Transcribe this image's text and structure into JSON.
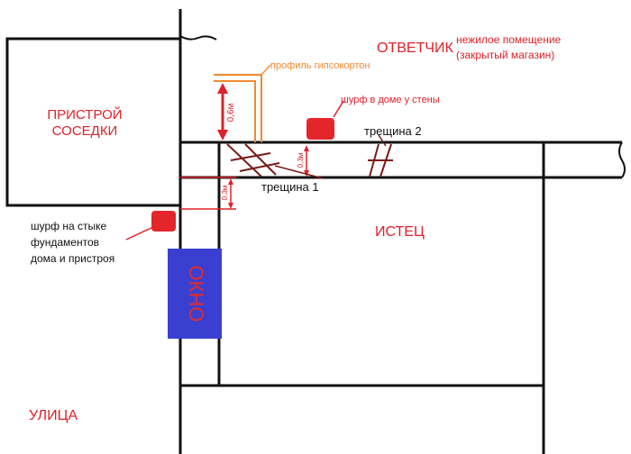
{
  "labels": {
    "neighbor_annex": [
      "ПРИСТРОЙ",
      "СОСЕДКИ"
    ],
    "respondent": "ОТВЕТЧИК",
    "nonresidential": [
      "нежилое помещение",
      "(закрытый магазин)"
    ],
    "profile": "профиль гипсокортон",
    "pit_house": "шурф в доме у стены",
    "crack1": "трещина 1",
    "crack2": "трещина 2",
    "plaintiff": "ИСТЕЦ",
    "pit_joint": [
      "шурф на стыке",
      "фундаментов",
      "дома и пристроя"
    ],
    "window": "ОКНО",
    "street": "УЛИЦА",
    "dim_06": "0,6м",
    "dim_03a": "0,3м",
    "dim_03b": "0,3м"
  },
  "colors": {
    "line": "#111111",
    "annotation": "#e0202a",
    "profile": "#f28a2e",
    "window": "#3a3fd0",
    "crack": "#7a1a1a",
    "pit": "#e3262c",
    "window_text": "#e52b2b"
  }
}
